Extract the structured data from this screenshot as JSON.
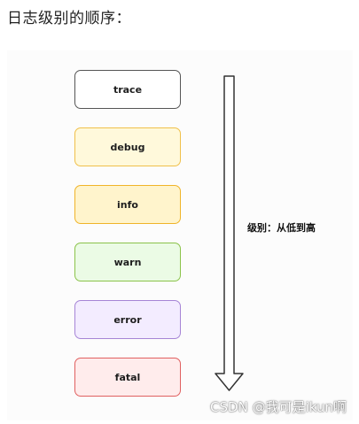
{
  "title": "日志级别的顺序：",
  "levels": [
    {
      "label": "trace",
      "color": "#555555"
    },
    {
      "label": "debug",
      "color": "#f0c04a"
    },
    {
      "label": "info",
      "color": "#f0b429"
    },
    {
      "label": "warn",
      "color": "#8bc34a"
    },
    {
      "label": "error",
      "color": "#a685d6"
    },
    {
      "label": "fatal",
      "color": "#e06060"
    }
  ],
  "arrow_label": "级别：从低到高",
  "watermark": "CSDN @我可是ikun啊"
}
